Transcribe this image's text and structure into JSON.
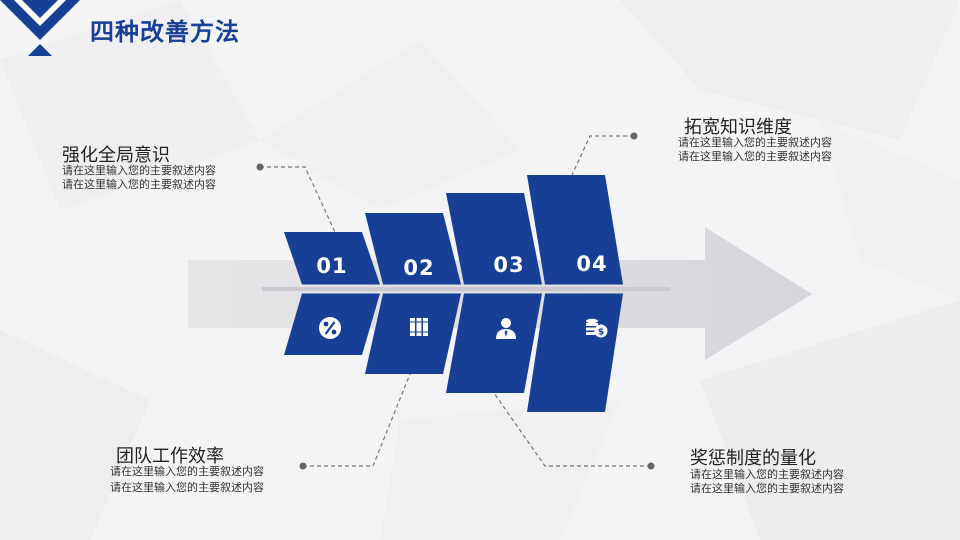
{
  "slide": {
    "title": "四种改善方法",
    "colors": {
      "accent": "#163f95",
      "arrow": "#dcdcde",
      "text": "#222222",
      "connector": "#777777"
    }
  },
  "steps": [
    {
      "number": "01",
      "icon": "percent-icon",
      "heading": "强化全局意识",
      "lines": [
        "请在这里输入您的主要叙述内容",
        "请在这里输入您的主要叙述内容"
      ]
    },
    {
      "number": "02",
      "icon": "books-icon",
      "heading": "团队工作效率",
      "lines": [
        "请在这里输入您的主要叙述内容",
        "请在这里输入您的主要叙述内容"
      ]
    },
    {
      "number": "03",
      "icon": "person-icon",
      "heading": "拓宽知识维度",
      "lines": [
        "请在这里输入您的主要叙述内容",
        "请在这里输入您的主要叙述内容"
      ]
    },
    {
      "number": "04",
      "icon": "coins-icon",
      "heading": "奖惩制度的量化",
      "lines": [
        "请在这里输入您的主要叙述内容",
        "请在这里输入您的主要叙述内容"
      ]
    }
  ]
}
